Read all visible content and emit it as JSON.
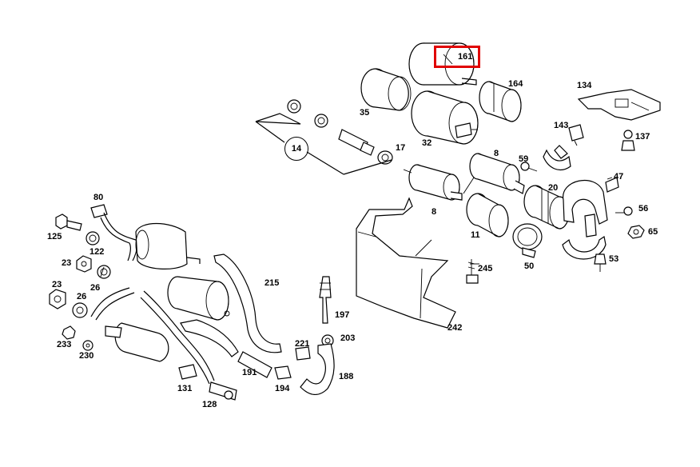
{
  "diagram": {
    "highlight_color": "#e00000",
    "highlighted_part": "161",
    "parts": {
      "p14": "14",
      "p17": "17",
      "p20": "20",
      "p23a": "23",
      "p23b": "23",
      "p26a": "26",
      "p26b": "26",
      "p32": "32",
      "p35": "35",
      "p47": "47",
      "p50": "50",
      "p53": "53",
      "p56": "56",
      "p59": "59",
      "p65": "65",
      "p8a": "8",
      "p8b": "8",
      "p11": "11",
      "p80": "80",
      "p122": "122",
      "p125": "125",
      "p128": "128",
      "p131": "131",
      "p134": "134",
      "p137": "137",
      "p143": "143",
      "p161": "161",
      "p164": "164",
      "p188": "188",
      "p191": "191",
      "p194": "194",
      "p197": "197",
      "p203": "203",
      "p215": "215",
      "p221": "221",
      "p230": "230",
      "p233": "233",
      "p242": "242",
      "p245": "245"
    }
  }
}
